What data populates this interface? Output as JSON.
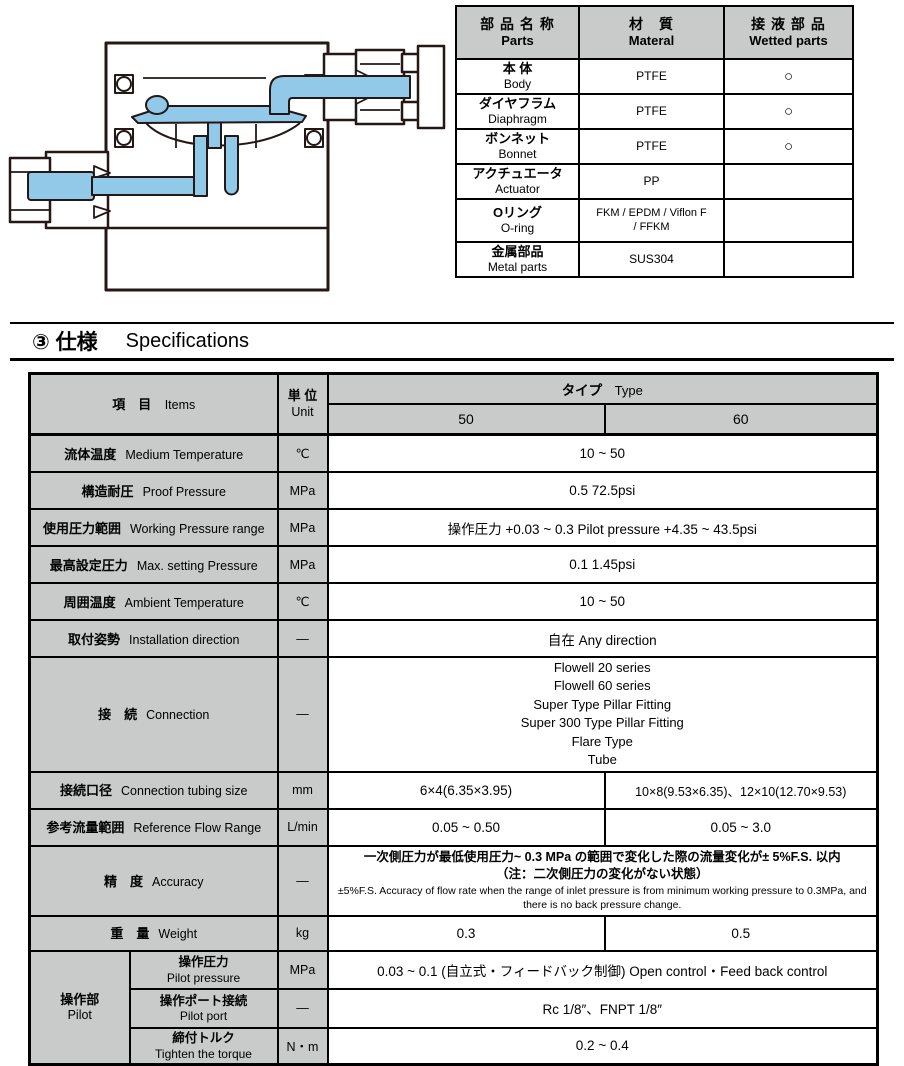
{
  "diagram": {
    "label": "valve cross-section",
    "fluid_color": "#92c8e8",
    "line_color": "#231815"
  },
  "parts_table": {
    "col_headers": [
      {
        "jp": "部 品 名 称",
        "en": "Parts"
      },
      {
        "jp": "材　質",
        "en": "Materal"
      },
      {
        "jp": "接 液 部 品",
        "en": "Wetted parts"
      }
    ],
    "rows": [
      {
        "jp": "本 体",
        "en": "Body",
        "material_lines": [
          "PTFE"
        ],
        "wetted": "○"
      },
      {
        "jp": "ダイヤフラム",
        "en": "Diaphragm",
        "material_lines": [
          "PTFE"
        ],
        "wetted": "○"
      },
      {
        "jp": "ボンネット",
        "en": "Bonnet",
        "material_lines": [
          "PTFE"
        ],
        "wetted": "○"
      },
      {
        "jp": "アクチュエータ",
        "en": "Actuator",
        "material_lines": [
          "PP"
        ],
        "wetted": ""
      },
      {
        "jp": "Oリング",
        "en": "O-ring",
        "material_lines": [
          "FKM / EPDM / Viflon F",
          "/ FFKM"
        ],
        "wetted": ""
      },
      {
        "jp": "金属部品",
        "en": "Metal parts",
        "material_lines": [
          "SUS304"
        ],
        "wetted": ""
      }
    ]
  },
  "section_title": {
    "number_jp": "③ 仕様",
    "en": "Specifications"
  },
  "spec_table": {
    "header": {
      "items_jp": "項　目",
      "items_en": "Items",
      "unit_jp": "単 位",
      "unit_en": "Unit",
      "type_jp": "タイプ",
      "type_en": "Type",
      "col_50": "50",
      "col_60": "60"
    },
    "rows": {
      "medium_temp": {
        "jp": "流体温度",
        "en": "Medium Temperature",
        "unit": "℃",
        "value": "10 ~ 50"
      },
      "proof_pressure": {
        "jp": "構造耐圧",
        "en": "Proof Pressure",
        "unit": "MPa",
        "value": "0.5  72.5psi"
      },
      "working_pressure": {
        "jp": "使用圧力範囲",
        "en": "Working Pressure range",
        "unit": "MPa",
        "value": "操作圧力 +0.03 ~ 0.3  Pilot pressure  +4.35 ~ 43.5psi"
      },
      "max_setting": {
        "jp": "最高設定圧力",
        "en": "Max. setting Pressure",
        "unit": "MPa",
        "value": "0.1  1.45psi"
      },
      "ambient_temp": {
        "jp": "周囲温度",
        "en": "Ambient Temperature",
        "unit": "℃",
        "value": "10 ~ 50"
      },
      "installation": {
        "jp": "取付姿勢",
        "en": "Installation direction",
        "unit": "—",
        "value": "自在  Any direction"
      },
      "connection": {
        "jp": "接　続",
        "en": "Connection",
        "unit": "—",
        "lines": [
          "Flowell 20 series",
          "Flowell 60 series",
          "Super Type Pillar Fitting",
          "Super 300 Type Pillar Fitting",
          "Flare Type",
          "Tube"
        ]
      },
      "tubing_size": {
        "jp": "接続口径",
        "en": "Connection tubing size",
        "unit": "mm",
        "value_50": "6×4(6.35×3.95)",
        "value_60": "10×8(9.53×6.35)、12×10(12.70×9.53)"
      },
      "flow_range": {
        "jp": "参考流量範囲",
        "en": "Reference Flow Range",
        "unit": "L/min",
        "value_50": "0.05 ~ 0.50",
        "value_60": "0.05 ~ 3.0"
      },
      "accuracy": {
        "jp": "精　度",
        "en": "Accuracy",
        "unit": "—",
        "jp_line1": "一次側圧力が最低使用圧力~ 0.3 MPa の範囲で変化した際の流量変化が± 5%F.S. 以内",
        "jp_line2": "（注：二次側圧力の変化がない状態）",
        "en_note": "±5%F.S. Accuracy of flow rate when the range of inlet pressure is from minimum working pressure to 0.3MPa, and there is no back pressure change."
      },
      "weight": {
        "jp": "重　量",
        "en": "Weight",
        "unit": "kg",
        "value_50": "0.3",
        "value_60": "0.5"
      },
      "pilot": {
        "jp": "操作部",
        "en": "Pilot",
        "pressure": {
          "jp": "操作圧力",
          "en": "Pilot pressure",
          "unit": "MPa",
          "value": "0.03 ~ 0.1 (自立式・フィードバック制御) Open control・Feed back control"
        },
        "port": {
          "jp": "操作ポート接続",
          "en": "Pilot port",
          "unit": "—",
          "value": "Rc 1/8″、FNPT 1/8″"
        },
        "torque": {
          "jp": "締付トルク",
          "en": "Tighten the torque",
          "unit": "N・m",
          "value": "0.2 ~ 0.4"
        }
      }
    }
  }
}
